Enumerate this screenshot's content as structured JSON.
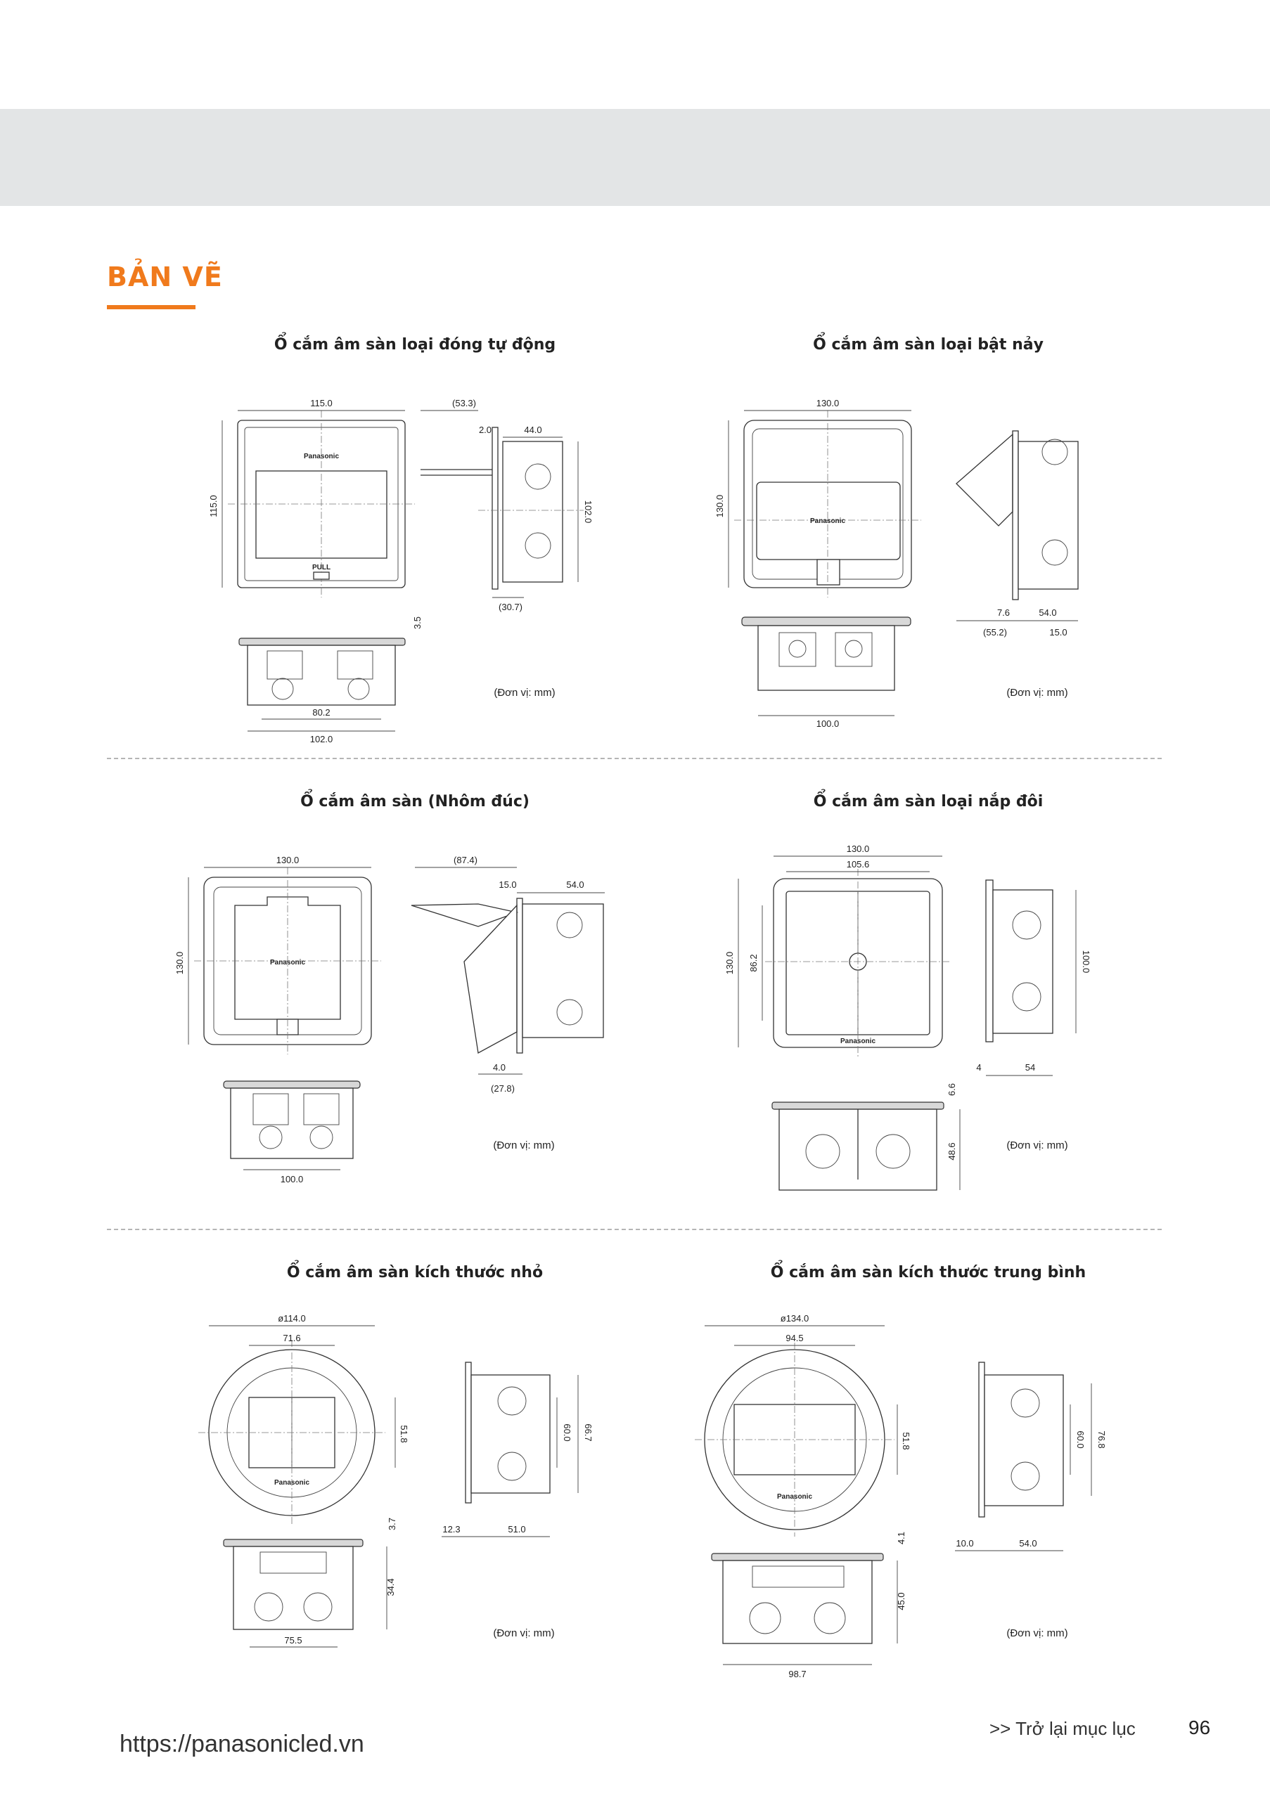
{
  "section_title": "BẢN VẼ",
  "unit_label": "(Đơn vị: mm)",
  "brand": "Panasonic",
  "pull_label": "PULL",
  "cells": [
    {
      "title": "Ổ cắm âm sàn loại đóng tự động",
      "dims": [
        "115.0",
        "115.0",
        "(53.3)",
        "2.0",
        "44.0",
        "102.0",
        "(30.7)",
        "3.5",
        "80.2",
        "102.0"
      ]
    },
    {
      "title": "Ổ cắm âm sàn loại bật nảy",
      "dims": [
        "130.0",
        "130.0",
        "7.6",
        "54.0",
        "(55.2)",
        "15.0",
        "100.0"
      ]
    },
    {
      "title": "Ổ cắm âm sàn (Nhôm đúc)",
      "dims": [
        "130.0",
        "130.0",
        "(87.4)",
        "15.0",
        "54.0",
        "4.0",
        "(27.8)",
        "100.0"
      ]
    },
    {
      "title": "Ổ cắm âm sàn loại nắp đôi",
      "dims": [
        "130.0",
        "105.6",
        "130.0",
        "86.2",
        "100.0",
        "4",
        "54",
        "6.6",
        "48.6"
      ]
    },
    {
      "title": "Ổ cắm âm sàn kích thước nhỏ",
      "dims": [
        "ø114.0",
        "71.6",
        "51.8",
        "60.0",
        "66.7",
        "3.7",
        "12.3",
        "51.0",
        "34.4",
        "75.5"
      ]
    },
    {
      "title": "Ổ cắm âm sàn kích thước trung bình",
      "dims": [
        "ø134.0",
        "94.5",
        "51.8",
        "60.0",
        "76.8",
        "4.1",
        "10.0",
        "54.0",
        "45.0",
        "98.7"
      ]
    }
  ],
  "footer": {
    "url": "https://panasonicled.vn",
    "back_link": ">> Trở lại mục lục",
    "page_number": "96"
  },
  "colors": {
    "accent": "#f07a1c",
    "band": "#e3e5e6",
    "separator": "#b5b5b5"
  }
}
